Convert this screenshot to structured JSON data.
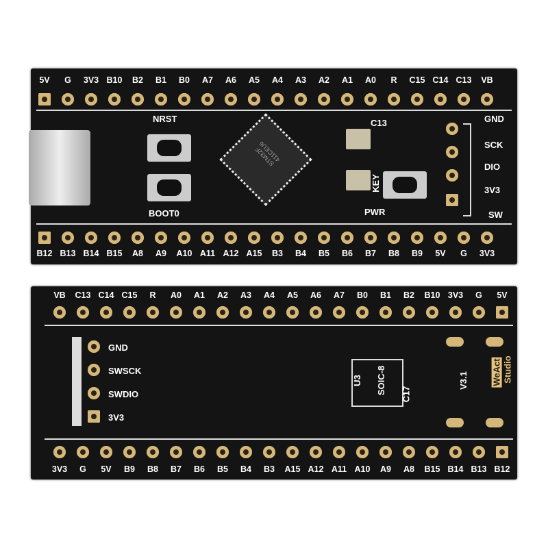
{
  "front": {
    "top_pins": [
      "5V",
      "G",
      "3V3",
      "B10",
      "B2",
      "B1",
      "B0",
      "A7",
      "A6",
      "A5",
      "A4",
      "A3",
      "A2",
      "A1",
      "A0",
      "R",
      "C15",
      "C14",
      "C13",
      "VB"
    ],
    "bottom_pins": [
      "B12",
      "B13",
      "B14",
      "B15",
      "A8",
      "A9",
      "A10",
      "A11",
      "A12",
      "A15",
      "B3",
      "B4",
      "B5",
      "B6",
      "B7",
      "B8",
      "B9",
      "5V",
      "G",
      "3V3"
    ],
    "nrst": "NRST",
    "boot0": "BOOT0",
    "c13": "C13",
    "key": "KEY",
    "pwr": "PWR",
    "swd": [
      "GND",
      "SCK",
      "DIO",
      "3V3",
      "SW"
    ],
    "chip_marking": "STM32F 411CEU6"
  },
  "back": {
    "top_pins": [
      "VB",
      "C13",
      "C14",
      "C15",
      "R",
      "A0",
      "A1",
      "A2",
      "A3",
      "A4",
      "A5",
      "A6",
      "A7",
      "B0",
      "B1",
      "B2",
      "B10",
      "3V3",
      "G",
      "5V"
    ],
    "bottom_pins": [
      "3V3",
      "G",
      "5V",
      "B9",
      "B8",
      "B7",
      "B6",
      "B5",
      "B4",
      "B3",
      "A15",
      "A12",
      "A11",
      "A10",
      "A9",
      "A8",
      "B15",
      "B14",
      "B13",
      "B12"
    ],
    "swd": [
      "GND",
      "SWSCK",
      "SWDIO",
      "3V3"
    ],
    "u3": "U3",
    "soic": "SOIC-8",
    "c17": "C17",
    "version": "V3.1",
    "brand": [
      "WeAct",
      "Studio"
    ]
  }
}
